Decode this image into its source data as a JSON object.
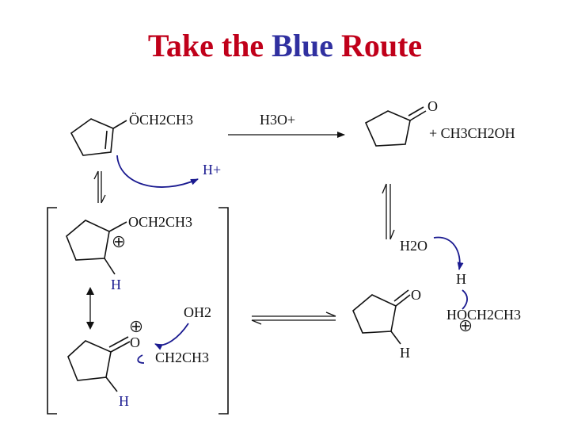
{
  "title": {
    "part1": "Take the ",
    "part2": "Blue",
    "part3": " Route"
  },
  "reagents": {
    "ether": "ÖCH2CH3",
    "hydronium": "H3O+",
    "ketone_o": "O",
    "ethanol": "+ CH3CH2OH",
    "proton": "H+",
    "oxocarbenium_ether": "OCH2CH3",
    "h_label_1": "H",
    "water_1": "OH2",
    "oxonium_o": "O",
    "oxonium_ch": "CH2CH3",
    "h_label_2": "H",
    "water_2": "H2O",
    "h_transfer": "H",
    "protonated_ethanol": "HOCH2CH3",
    "product_o": "O",
    "product_h": "H"
  },
  "colors": {
    "title_red": "#c0001a",
    "title_blue": "#3030a0",
    "curly_arrow": "#1a1a90"
  }
}
